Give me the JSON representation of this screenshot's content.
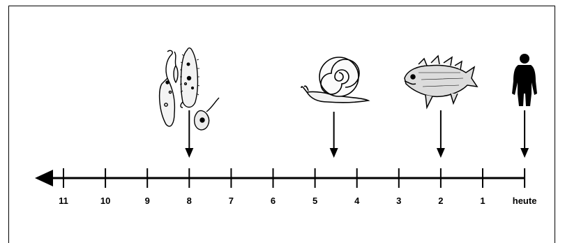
{
  "timeline": {
    "ticks": [
      {
        "label": "11",
        "name": "tick-11"
      },
      {
        "label": "10",
        "name": "tick-10"
      },
      {
        "label": "9",
        "name": "tick-9"
      },
      {
        "label": "8",
        "name": "tick-8"
      },
      {
        "label": "7",
        "name": "tick-7"
      },
      {
        "label": "6",
        "name": "tick-6"
      },
      {
        "label": "5",
        "name": "tick-5"
      },
      {
        "label": "4",
        "name": "tick-4"
      },
      {
        "label": "3",
        "name": "tick-3"
      },
      {
        "label": "2",
        "name": "tick-2"
      },
      {
        "label": "1",
        "name": "tick-1"
      },
      {
        "label": "heute",
        "name": "tick-heute"
      }
    ],
    "markers": [
      {
        "name": "single-cell-organisms-drawing",
        "icon": "protozoa-icon",
        "at": 8
      },
      {
        "name": "snail-drawing",
        "icon": "snail-icon",
        "at": 4.55
      },
      {
        "name": "fish-drawing",
        "icon": "fish-icon",
        "at": 2
      },
      {
        "name": "human-drawing",
        "icon": "human-silhouette-icon",
        "at": 0
      }
    ]
  },
  "colors": {
    "line": "#000000",
    "background": "#ffffff"
  }
}
